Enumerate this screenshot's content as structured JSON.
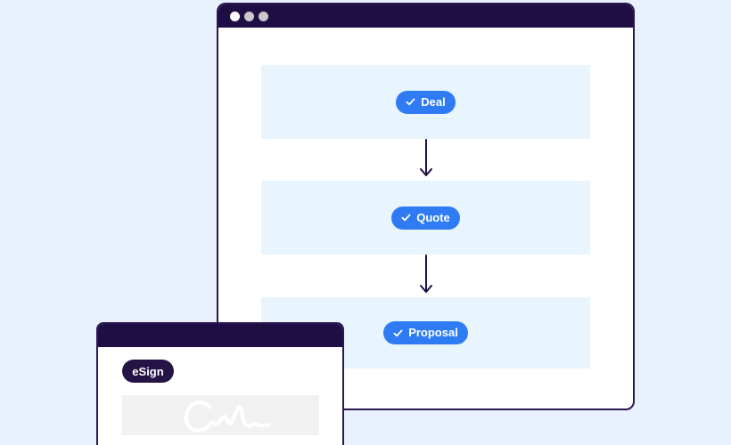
{
  "colors": {
    "page_bg": "#e9f1fc",
    "window_bg": "#ffffff",
    "titlebar_bg": "#1f0e44",
    "window_border": "#2a1852",
    "row_bg": "#e8f4fe",
    "pill_bg": "#2e7bf4",
    "pill_text": "#ffffff",
    "esign_pill_bg": "#241345",
    "signature_box_bg": "#f1f1f1",
    "signature_stroke": "#ffffff",
    "arrow": "#1f0e44",
    "dot_active": "#ffffff",
    "dot_inactive": "#c9c9c9"
  },
  "browser_window": {
    "window_controls": {
      "count": 3,
      "icon": "window-dot-icon"
    },
    "steps": [
      {
        "label": "Deal",
        "icon": "check-icon"
      },
      {
        "label": "Quote",
        "icon": "check-icon"
      },
      {
        "label": "Proposal",
        "icon": "check-icon"
      }
    ],
    "connector_icon": "arrow-down-icon"
  },
  "esign_window": {
    "badge_label": "eSign",
    "signature_icon": "signature-squiggle"
  }
}
